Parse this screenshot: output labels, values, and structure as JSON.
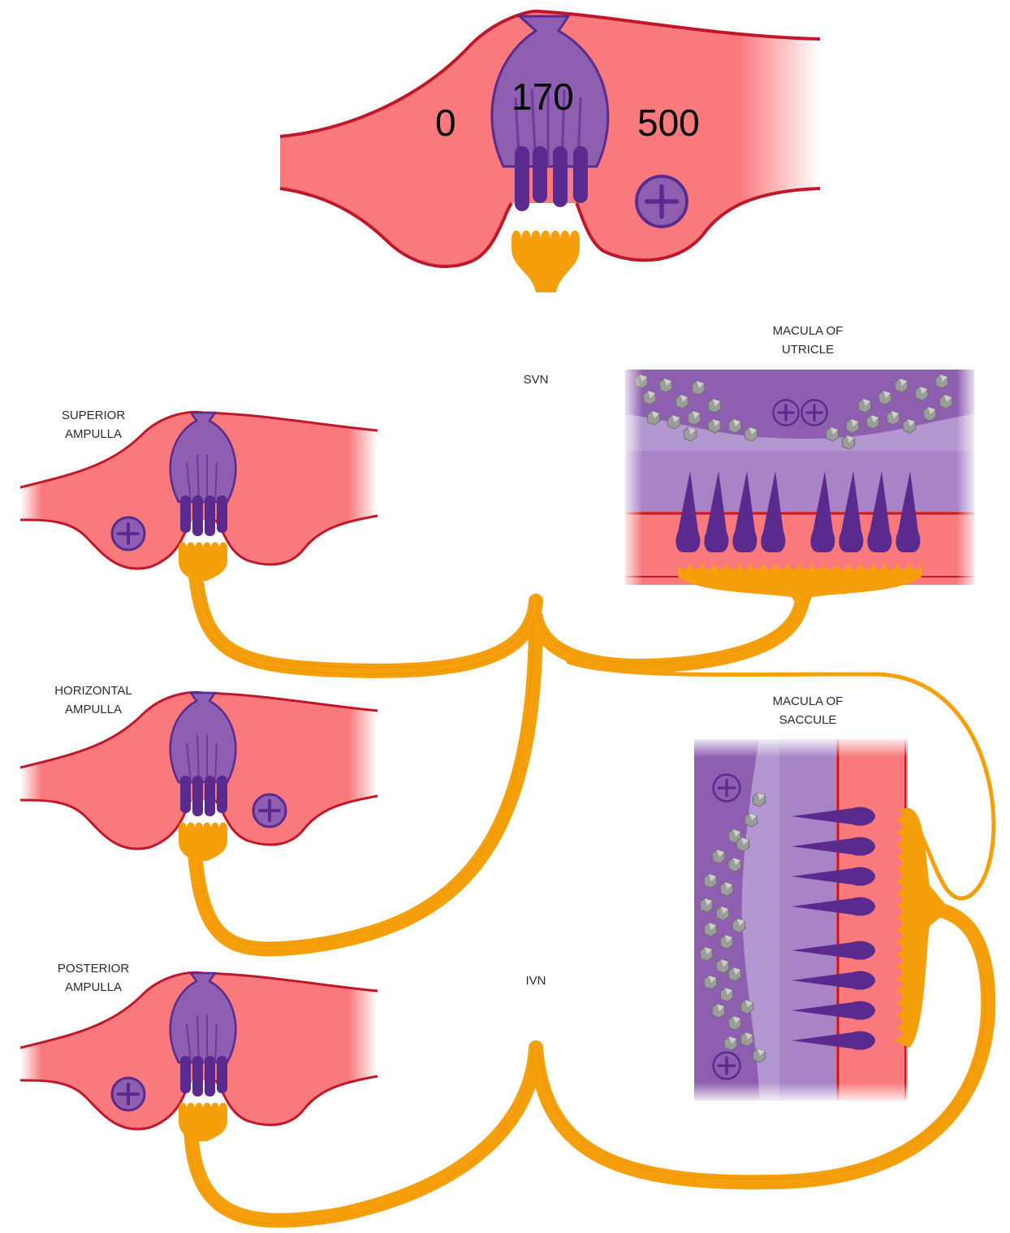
{
  "top_ampulla": {
    "left_value": "0",
    "center_value": "170",
    "right_value": "500"
  },
  "labels": {
    "superior": [
      "SUPERIOR",
      "AMPULLA"
    ],
    "horizontal": [
      "HORIZONTAL",
      "AMPULLA"
    ],
    "posterior": [
      "POSTERIOR",
      "AMPULLA"
    ],
    "utricle": [
      "MACULA OF",
      "UTRICLE"
    ],
    "saccule": [
      "MACULA OF",
      "SACCULE"
    ],
    "svn": "SVN",
    "ivn": "IVN"
  },
  "colors": {
    "ampulla_fill": "#f9797c",
    "ampulla_edge": "#c0182b",
    "cupula": "#8e5fb0",
    "hair_cell": "#5b2a8e",
    "nerve": "#f5a00b",
    "otolith": "#8a8a8a"
  },
  "icons": [
    "plus-circle-icon"
  ]
}
